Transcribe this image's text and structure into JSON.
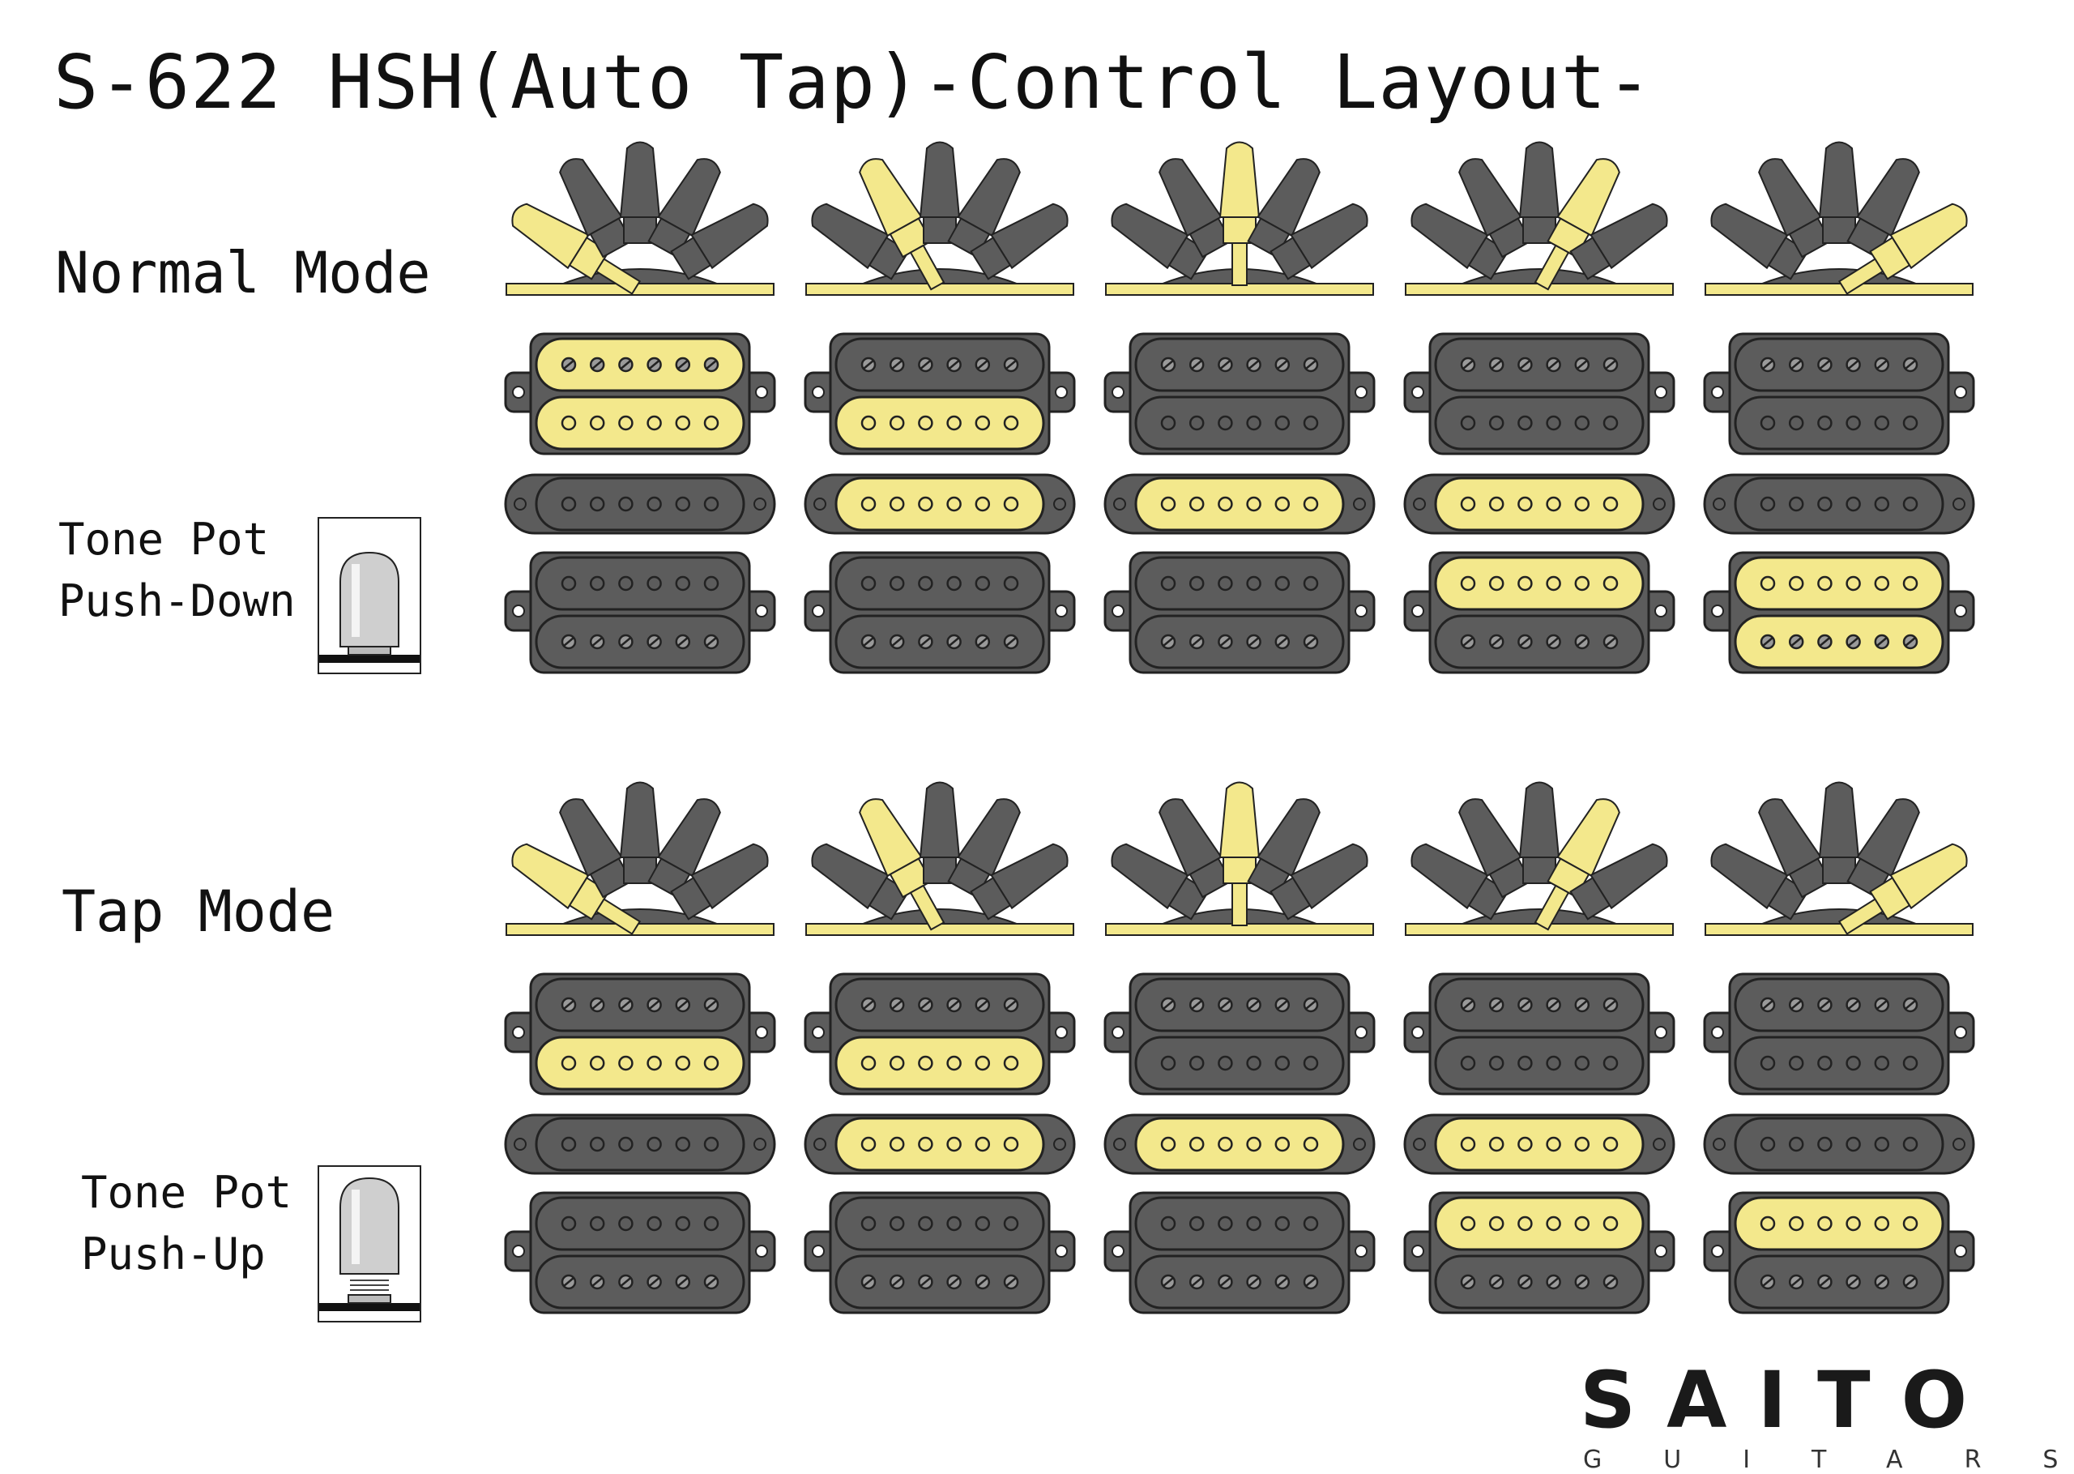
{
  "title": "S-622 HSH(Auto Tap)-Control Layout-",
  "colors": {
    "active": "#f3e88c",
    "inactive": "#5c5c5c",
    "outline": "#222222",
    "knob_top": "#cfcfcf"
  },
  "modes": [
    {
      "label": "Normal Mode",
      "pot_label_line1": "Tone Pot",
      "pot_label_line2": "Push-Down",
      "pot_state": "down",
      "positions": [
        {
          "selector": 1,
          "neck": [
            "active",
            "active"
          ],
          "middle": "inactive",
          "bridge": [
            "inactive",
            "inactive"
          ]
        },
        {
          "selector": 2,
          "neck": [
            "inactive",
            "active"
          ],
          "middle": "active",
          "bridge": [
            "inactive",
            "inactive"
          ]
        },
        {
          "selector": 3,
          "neck": [
            "inactive",
            "inactive"
          ],
          "middle": "active",
          "bridge": [
            "inactive",
            "inactive"
          ]
        },
        {
          "selector": 4,
          "neck": [
            "inactive",
            "inactive"
          ],
          "middle": "active",
          "bridge": [
            "active",
            "inactive"
          ]
        },
        {
          "selector": 5,
          "neck": [
            "inactive",
            "inactive"
          ],
          "middle": "inactive",
          "bridge": [
            "active",
            "active"
          ]
        }
      ]
    },
    {
      "label": "Tap Mode",
      "pot_label_line1": "Tone Pot",
      "pot_label_line2": "Push-Up",
      "pot_state": "up",
      "positions": [
        {
          "selector": 1,
          "neck": [
            "inactive",
            "active"
          ],
          "middle": "inactive",
          "bridge": [
            "inactive",
            "inactive"
          ]
        },
        {
          "selector": 2,
          "neck": [
            "inactive",
            "active"
          ],
          "middle": "active",
          "bridge": [
            "inactive",
            "inactive"
          ]
        },
        {
          "selector": 3,
          "neck": [
            "inactive",
            "inactive"
          ],
          "middle": "active",
          "bridge": [
            "inactive",
            "inactive"
          ]
        },
        {
          "selector": 4,
          "neck": [
            "inactive",
            "inactive"
          ],
          "middle": "active",
          "bridge": [
            "active",
            "inactive"
          ]
        },
        {
          "selector": 5,
          "neck": [
            "inactive",
            "inactive"
          ],
          "middle": "inactive",
          "bridge": [
            "active",
            "inactive"
          ]
        }
      ]
    }
  ],
  "logo": {
    "word": "SAITO",
    "sub": "GUITARS"
  }
}
